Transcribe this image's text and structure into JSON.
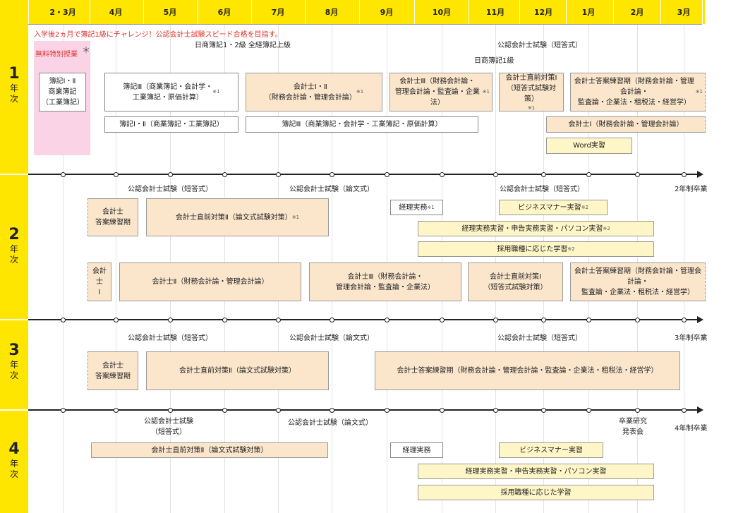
{
  "months": [
    "2・3月",
    "4月",
    "5月",
    "6月",
    "7月",
    "8月",
    "9月",
    "10月",
    "11月",
    "12月",
    "1月",
    "2月",
    "3月"
  ],
  "years": [
    {
      "num": "1",
      "label": "年",
      "sub": "次"
    },
    {
      "num": "2",
      "label": "年",
      "sub": "次"
    },
    {
      "num": "3",
      "label": "年",
      "sub": "次"
    },
    {
      "num": "4",
      "label": "年",
      "sub": "次"
    }
  ],
  "y1": {
    "intro": "入学後2ヵ月で簿記1級にチャレンジ！公認会計士試験スピード合格を目指す。",
    "free_class": "無料特別授業",
    "asterisk": "＊",
    "label_boki12": "日商簿記1・2級 全経簿記上級",
    "label_short": "公認会計士試験（短答式）",
    "label_boki1": "日商簿記1級",
    "b_pre": "簿記Ⅰ・Ⅱ\n商業簿記\n（工業簿記）",
    "b_boki3": "簿記Ⅲ（商業簿記・会計学・\n工業簿記・原価計算）",
    "b_boki3_note": "※1",
    "b_kaikei12": "会計士Ⅰ・Ⅱ\n（財務会計論・管理会計論）",
    "b_kaikei12_note": "※1",
    "b_kaikei3": "会計士Ⅲ（財務会計論・\n管理会計論・監査論・企業法）",
    "b_kaikei3_note": "※1",
    "b_chokuzen1": "会計士直前対策Ⅰ\n（短答式試験対策）",
    "b_chokuzen1_note": "※1",
    "b_answer": "会計士答案練習期（財務会計論・管理会計論・\n監査論・企業法・租税法・経営学）",
    "b_answer_note": "※1",
    "b_boki12": "簿記Ⅰ・Ⅱ（商業簿記・工業簿記）",
    "b_boki3b": "簿記Ⅲ（商業簿記・会計学・工業簿記・原価計算）",
    "b_kaikei1": "会計士Ⅰ（財務会計論・管理会計論）",
    "b_word": "Word実習"
  },
  "y2": {
    "label_short": "公認会計士試験（短答式）",
    "label_essay": "公認会計士試験（論文式）",
    "label_short2": "公認会計士試験（短答式）",
    "label_grad": "2年制卒業",
    "b_answer1": "会計士\n答案練習期",
    "b_chokuzen2": "会計士直前対策Ⅱ（論文式試験対策）",
    "b_chokuzen2_note": "※1",
    "b_keiri": "経理実務",
    "b_keiri_note": "※1",
    "b_business": "ビジネスマナー実習",
    "b_business_note": "※2",
    "b_practice": "経理実務実習・申告実務実習・パソコン実習",
    "b_practice_note": "※2",
    "b_shokushu": "採用職種に応じた学習",
    "b_shokushu_note": "※2",
    "b_kaikei1s": "会計士\nⅠ",
    "b_kaikei2": "会計士Ⅱ（財務会計論・管理会計論）",
    "b_kaikei3": "会計士Ⅲ（財務会計論・\n管理会計論・監査論・企業法）",
    "b_chokuzen1": "会計士直前対策Ⅰ\n（短答式試験対策）",
    "b_answer2": "会計士答案練習期（財務会計論・管理会計論・\n監査論・企業法・租税法・経営学）"
  },
  "y3": {
    "label_short": "公認会計士試験（短答式）",
    "label_essay": "公認会計士試験（論文式）",
    "label_short2": "公認会計士試験（短答式）",
    "label_grad": "3年制卒業",
    "b_answer1": "会計士\n答案練習期",
    "b_chokuzen2": "会計士直前対策Ⅱ（論文式試験対策）",
    "b_answer2": "会計士答案練習期（財務会計論・管理会計論・監査論・企業法・租税法・経営学）"
  },
  "y4": {
    "label_short": "公認会計士試験\n（短答式）",
    "label_essay": "公認会計士試験（論文式）",
    "label_research": "卒業研究\n発表会",
    "label_grad": "4年制卒業",
    "b_chokuzen2": "会計士直前対策Ⅱ（論文式試験対策）",
    "b_keiri": "経理実務",
    "b_business": "ビジネスマナー実習",
    "b_practice": "経理実務実習・申告実務実習・パソコン実習",
    "b_shokushu": "採用職種に応じた学習"
  },
  "colors": {
    "yellow": "#FFE600",
    "beige": "#FBE6CC",
    "lightyellow": "#FFF6C8",
    "pink": "#FBD3E6",
    "red": "#e0312b"
  }
}
